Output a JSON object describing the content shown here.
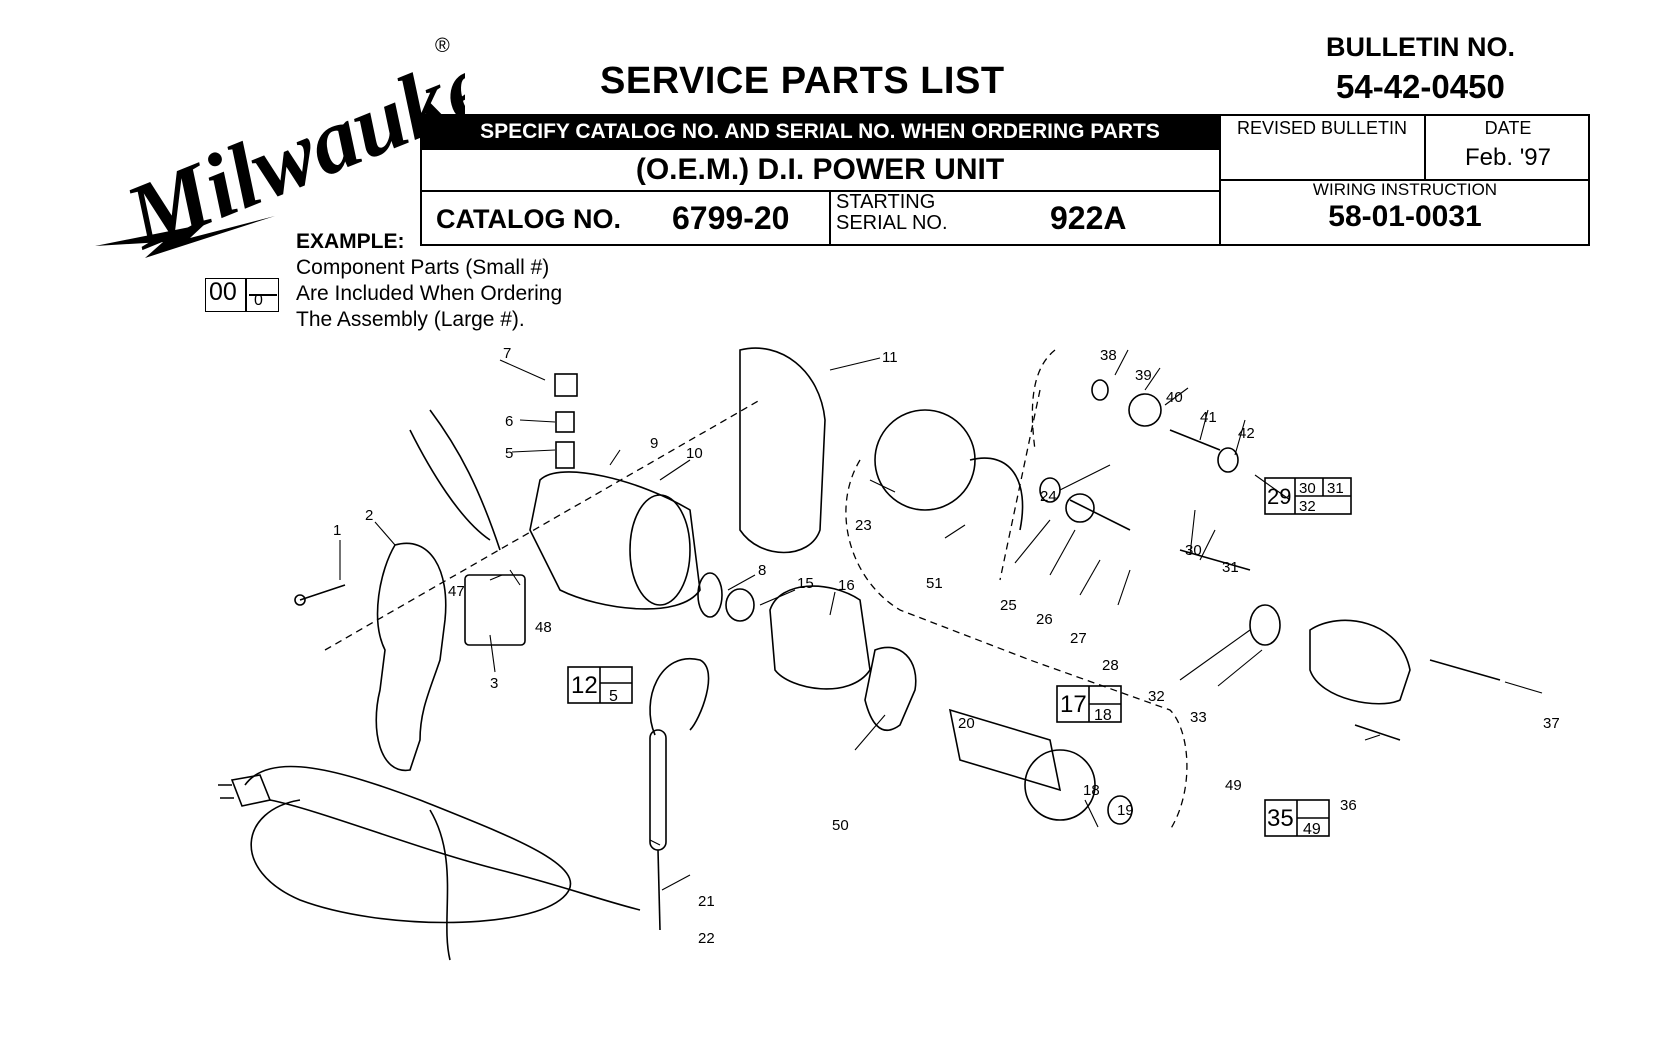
{
  "header": {
    "title": "SERVICE PARTS LIST",
    "bulletin_label": "BULLETIN NO.",
    "bulletin_no": "54-42-0450",
    "order_band": "SPECIFY CATALOG NO. AND SERIAL NO. WHEN ORDERING PARTS",
    "unit_name": "(O.E.M.) D.I. POWER UNIT",
    "revised_bulletin_label": "REVISED BULLETIN",
    "date_label": "DATE",
    "date_value": "Feb. '97",
    "wiring_label": "WIRING INSTRUCTION",
    "wiring_value": "58-01-0031",
    "catalog_label": "CATALOG NO.",
    "catalog_value": "6799-20",
    "starting_label_1": "STARTING",
    "starting_label_2": "SERIAL NO.",
    "serial_value": "922A"
  },
  "logo": {
    "alt": "Milwaukee",
    "registered": "®"
  },
  "example": {
    "label": "EXAMPLE:",
    "big": "00",
    "small": "0",
    "line1": "Component Parts (Small #)",
    "line2": "Are Included When Ordering",
    "line3": "The Assembly (Large #)."
  },
  "diagram": {
    "part_labels": [
      "1",
      "2",
      "3",
      "5",
      "6",
      "7",
      "8",
      "9",
      "10",
      "11",
      "15",
      "16",
      "19",
      "20",
      "21",
      "22",
      "23",
      "24",
      "25",
      "26",
      "27",
      "28",
      "30",
      "31",
      "32",
      "33",
      "36",
      "37",
      "38",
      "39",
      "40",
      "41",
      "42",
      "47",
      "48",
      "49",
      "50",
      "51"
    ],
    "assemblies": [
      {
        "big": "12",
        "small": [
          "5"
        ]
      },
      {
        "big": "17",
        "small": [
          "18"
        ]
      },
      {
        "big": "29",
        "small": [
          "30",
          "31",
          "32"
        ]
      },
      {
        "big": "35",
        "small": [
          "49"
        ]
      }
    ],
    "label_18": "18"
  }
}
